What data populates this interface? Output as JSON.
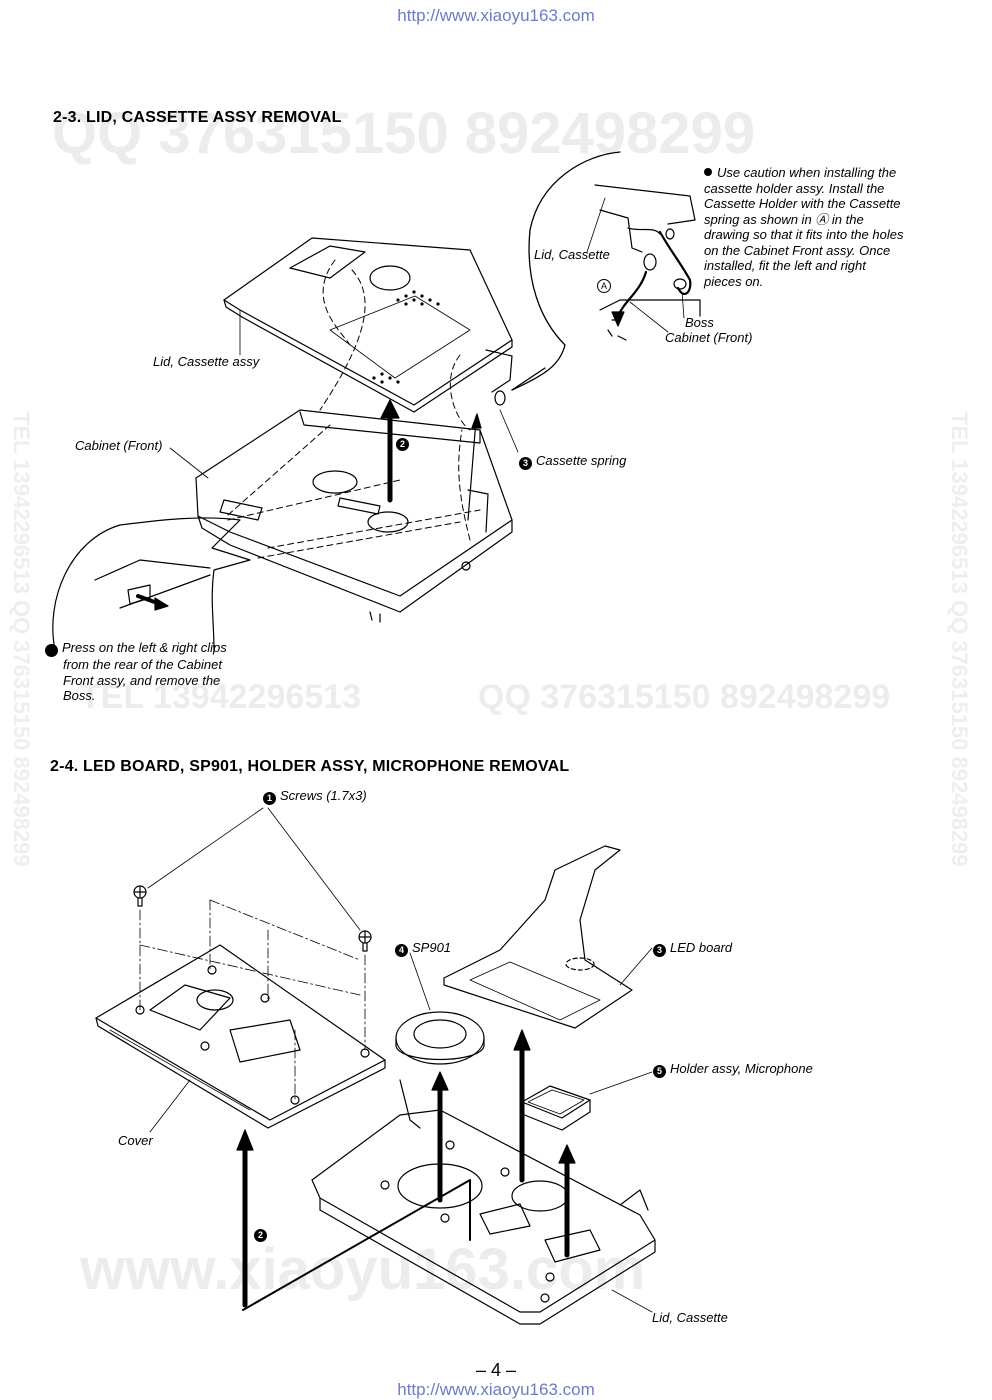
{
  "header_url": "http://www.xiaoyu163.com",
  "footer_url": "http://www.xiaoyu163.com",
  "page_number": "– 4 –",
  "watermarks": {
    "top": "QQ 376315150   892498299",
    "middle_tel": "TEL 13942296513",
    "middle_qq": "QQ  376315150  892498299",
    "bottom": "www.xiaoyu163.com",
    "side_left": "TEL 13942296513  QQ 376315150  892498299",
    "side_right": "TEL 13942296513  QQ 376315150  892498299"
  },
  "section_23": {
    "title": "2-3. LID, CASSETTE ASSY REMOVAL",
    "caution_text": "Use caution when installing the cassette holder assy. Install the Cassette Holder with the Cassette spring  as shown in Ⓐ in the drawing so that it fits into the holes on the Cabinet Front assy. Once installed, fit the left and right pieces on.",
    "labels": {
      "lid_cassette_callout": "Lid, Cassette",
      "marker_a": "A",
      "boss": "Boss",
      "cabinet_front_callout": "Cabinet (Front)",
      "lid_cassette_assy": "Lid, Cassette assy",
      "cabinet_front": "Cabinet (Front)",
      "cassette_spring": "Cassette spring",
      "step1_text": "Press on the left & right clips from the rear of the Cabinet Front assy, and remove the Boss."
    },
    "steps": {
      "s1": "1",
      "s2": "2",
      "s3": "3"
    }
  },
  "section_24": {
    "title": "2-4. LED BOARD, SP901, HOLDER ASSY, MICROPHONE REMOVAL",
    "labels": {
      "screws": "Screws (1.7x3)",
      "sp901": "SP901",
      "led_board": "LED board",
      "holder_assy": "Holder assy, Microphone",
      "cover": "Cover",
      "lid_cassette": "Lid, Cassette"
    },
    "steps": {
      "s1": "1",
      "s2": "2",
      "s3": "3",
      "s4": "4",
      "s5": "5"
    }
  }
}
